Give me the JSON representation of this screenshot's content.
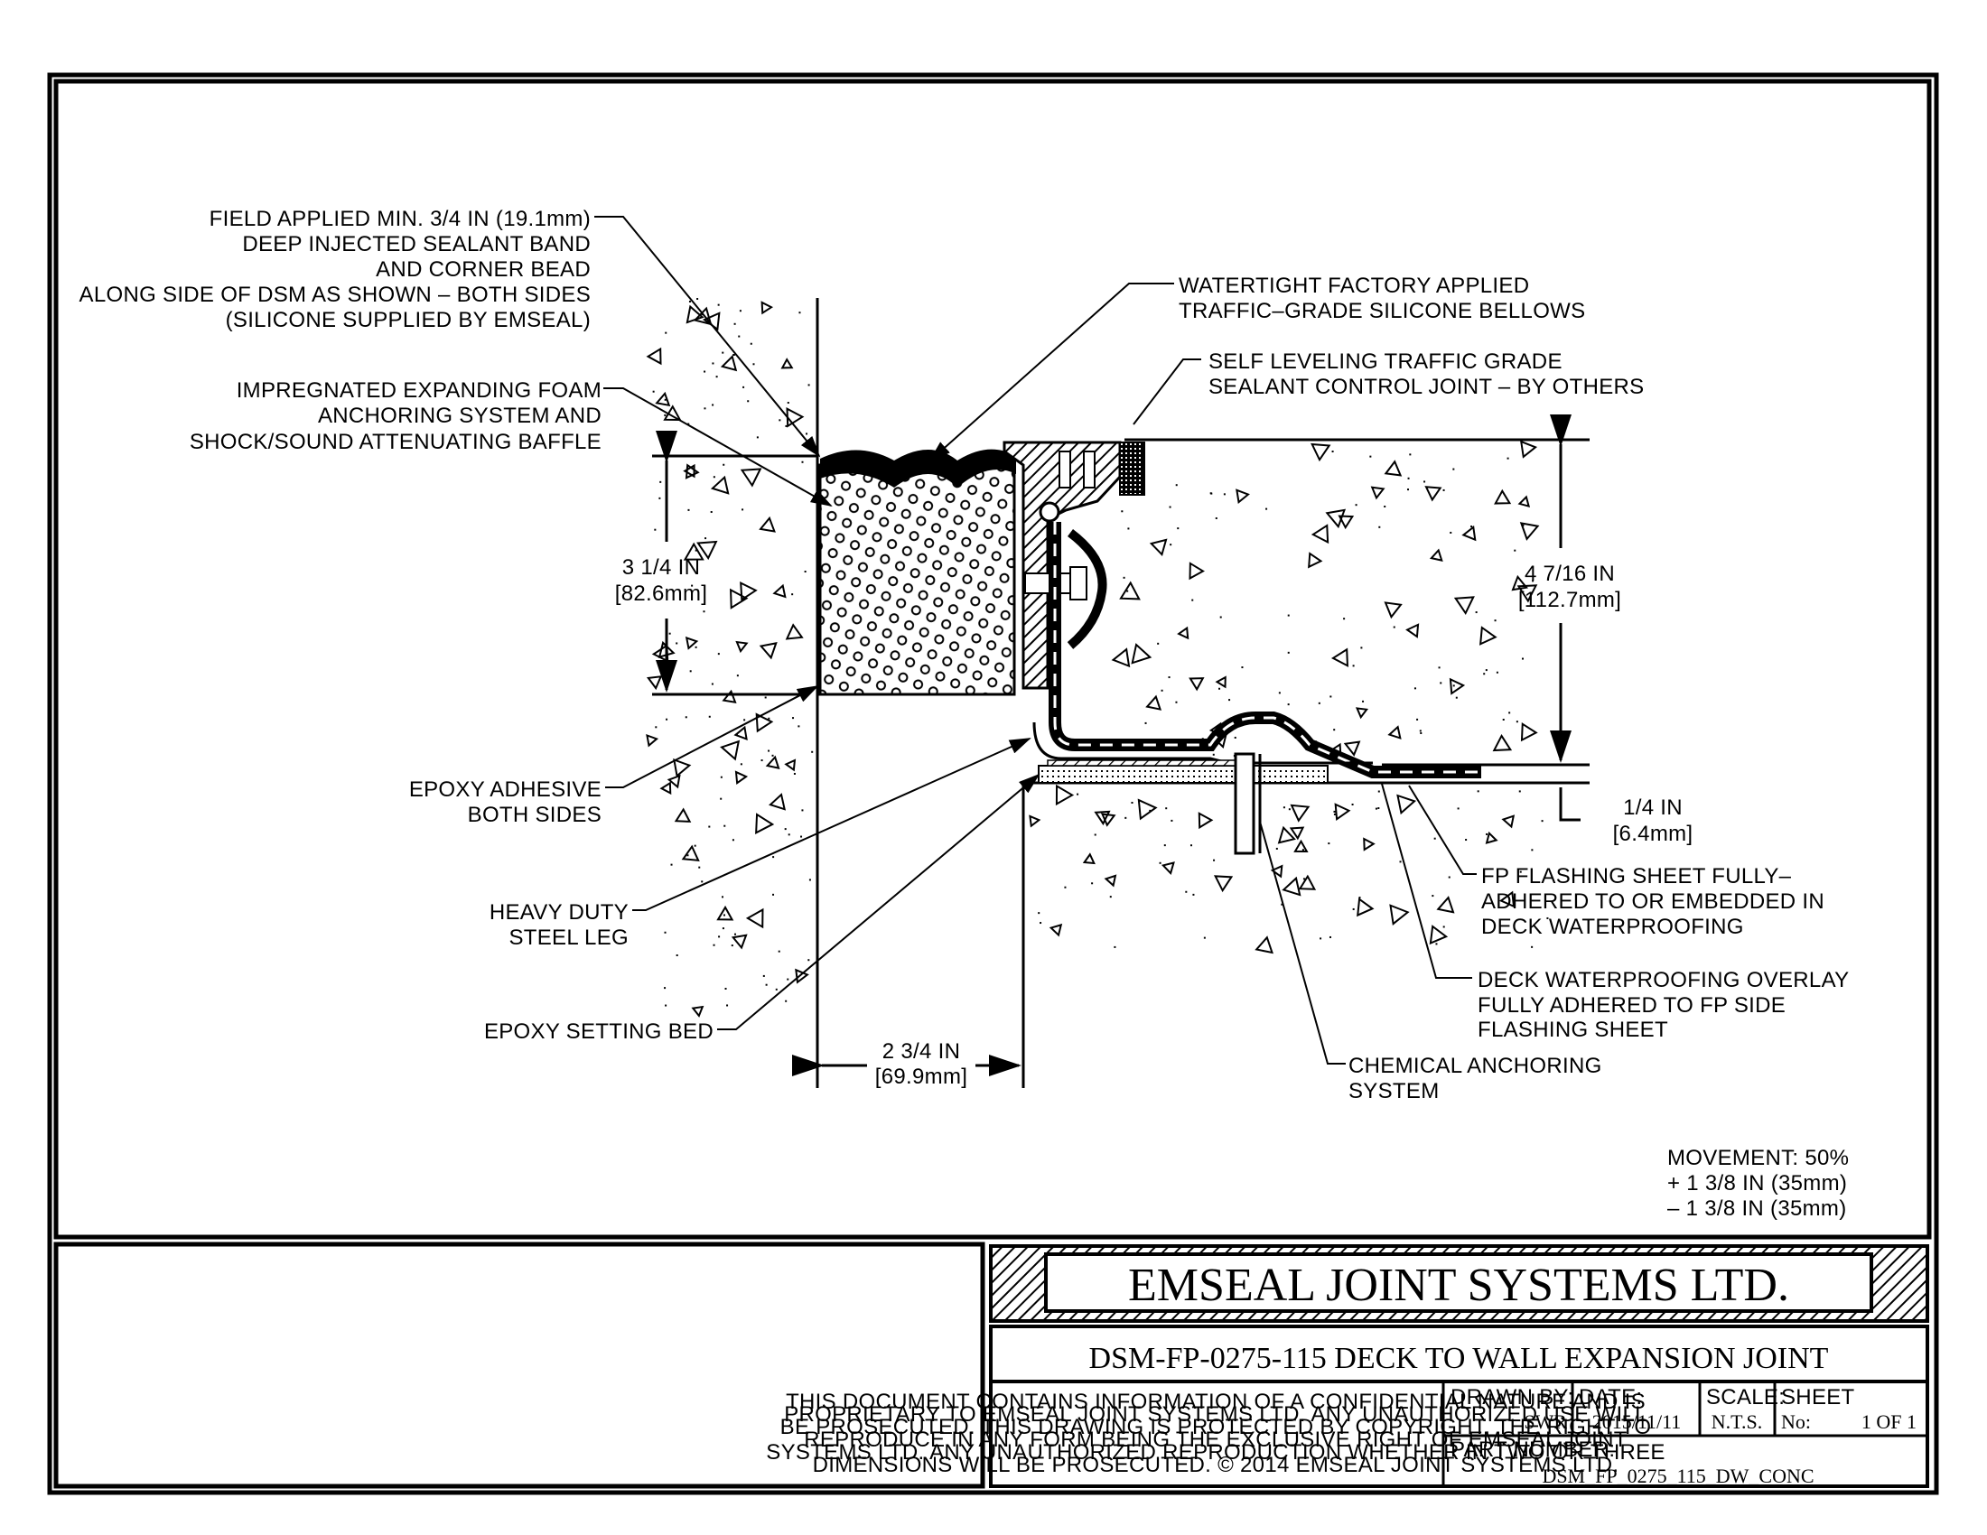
{
  "drawing": {
    "callouts_left": [
      {
        "id": "sealant-band",
        "lines": [
          "FIELD APPLIED MIN. 3/4 IN (19.1mm)",
          "DEEP INJECTED SEALANT BAND",
          "AND CORNER BEAD",
          "ALONG SIDE OF DSM AS SHOWN – BOTH SIDES",
          "(SILICONE SUPPLIED BY EMSEAL)"
        ]
      },
      {
        "id": "foam",
        "lines": [
          "IMPREGNATED EXPANDING FOAM",
          "ANCHORING SYSTEM AND",
          "SHOCK/SOUND ATTENUATING BAFFLE"
        ]
      },
      {
        "id": "epoxy-adhesive",
        "lines": [
          "EPOXY ADHESIVE",
          "BOTH SIDES"
        ]
      },
      {
        "id": "steel-leg",
        "lines": [
          "HEAVY DUTY",
          "STEEL LEG"
        ]
      },
      {
        "id": "epoxy-bed",
        "lines": [
          "EPOXY SETTING BED"
        ]
      }
    ],
    "callouts_right": [
      {
        "id": "bellows",
        "lines": [
          "WATERTIGHT FACTORY APPLIED",
          "TRAFFIC–GRADE SILICONE BELLOWS"
        ]
      },
      {
        "id": "control-joint",
        "lines": [
          "SELF LEVELING TRAFFIC GRADE",
          "SEALANT CONTROL JOINT – BY OTHERS"
        ]
      },
      {
        "id": "fp-flashing",
        "lines": [
          "FP FLASHING SHEET FULLY–",
          "ADHERED TO OR EMBEDDED IN",
          "DECK WATERPROOFING"
        ]
      },
      {
        "id": "overlay",
        "lines": [
          "DECK WATERPROOFING OVERLAY",
          "FULLY ADHERED TO FP SIDE",
          "FLASHING SHEET"
        ]
      },
      {
        "id": "anchoring",
        "lines": [
          "CHEMICAL ANCHORING",
          "SYSTEM"
        ]
      }
    ],
    "dimensions": {
      "foam_depth": [
        "3 1/4 IN",
        "[82.6mm]"
      ],
      "deck_depth": [
        "4 7/16 IN",
        "[112.7mm]"
      ],
      "membrane": [
        "1/4 IN",
        "[6.4mm]"
      ],
      "leg_width": [
        "2 3/4 IN",
        "[69.9mm]"
      ]
    },
    "movement": [
      "MOVEMENT: 50%",
      "+ 1 3/8 IN (35mm)",
      "– 1 3/8 IN (35mm)"
    ]
  },
  "title_block": {
    "company": "EMSEAL JOINT SYSTEMS LTD.",
    "title": "DSM-FP-0275-115 DECK TO WALL EXPANSION JOINT",
    "disclaimer": [
      "THIS DOCUMENT CONTAINS INFORMATION OF A CONFIDENTIAL NATURE AND IS",
      "PROPRIETARY TO EMSEAL JOINT SYSTEMS LTD. ANY UNAUTHORIZED USE WILL",
      "BE PROSECUTED. THIS DRAWING IS PROTECTED BY COPYRIGHT, THE RIGHT TO",
      "REPRODUCE IN ANY FORM BEING THE EXCLUSIVE RIGHT OF EMSEAL JOINT",
      "SYSTEMS LTD. ANY UNAUTHORIZED REPRODUCTION WHETHER IN TWO OR THREE",
      "DIMENSIONS WILL BE PROSECUTED. © 2014 EMSEAL JOINT SYSTEMS LTD."
    ],
    "drawn_by_label": "DRAWN BY:",
    "drawn_by": "SWR",
    "date_label": "DATE:",
    "date": "2015/11/11",
    "scale_label": "SCALE:",
    "scale": "N.T.S.",
    "sheet_label": "SHEET",
    "sheet_no_label": "No:",
    "sheet": "1 OF 1",
    "part_number_label": "PART NUMBER:",
    "part_number": "DSM_FP_0275_115_DW_CONC"
  }
}
